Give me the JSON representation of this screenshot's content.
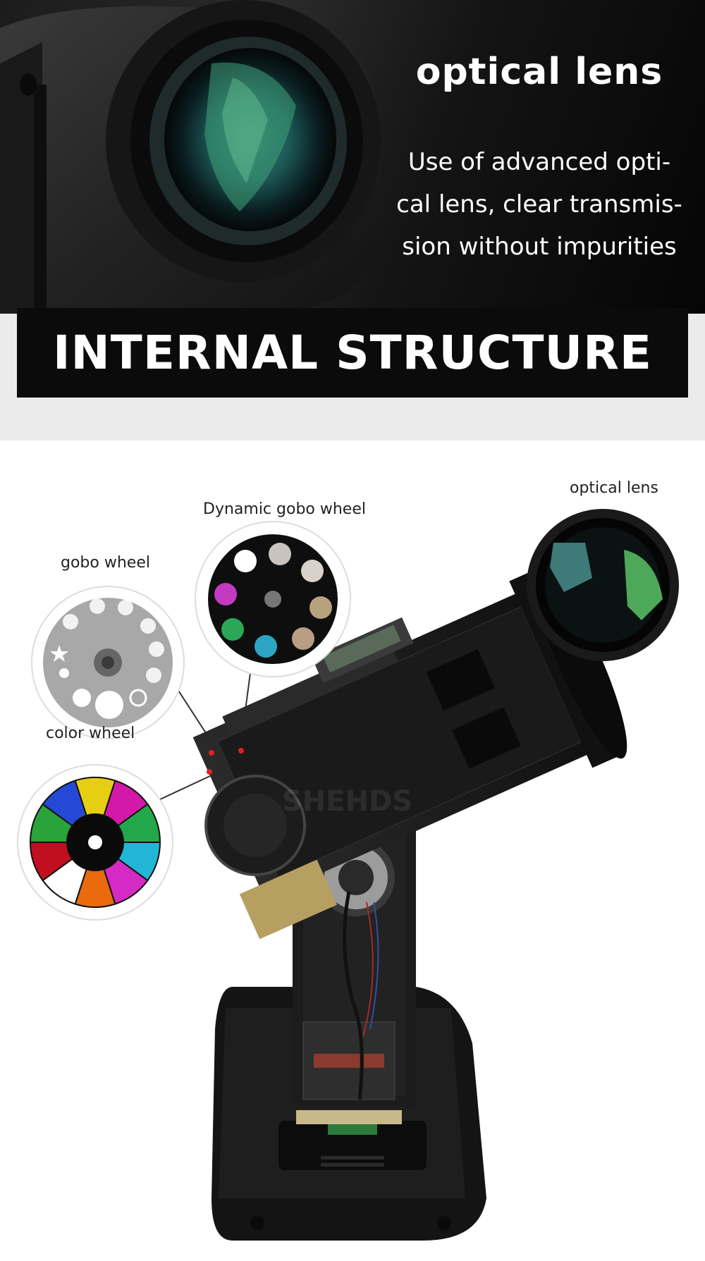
{
  "hero": {
    "title": "optical lens",
    "description_lines": [
      "Use of advanced opti-",
      "cal lens, clear transmis-",
      "sion without impurities"
    ]
  },
  "banner": {
    "title": "INTERNAL STRUCTURE"
  },
  "callouts": {
    "optical_lens": "optical lens",
    "dynamic_gobo_wheel": "Dynamic gobo wheel",
    "gobo_wheel": "gobo wheel",
    "color_wheel": "color wheel"
  },
  "watermark": "SHEHDS",
  "colors": {
    "hero_bg": "#1c1c1c",
    "banner_bg": "#0b0b0b",
    "band_bg": "#ebebeb",
    "color_wheel_segments": [
      "#e6cf12",
      "#d418a8",
      "#22a84a",
      "#23b5d6",
      "#d52ac4",
      "#ea6a0e",
      "#ffffff",
      "#c01020",
      "#2aa33a",
      "#2548d6"
    ]
  }
}
